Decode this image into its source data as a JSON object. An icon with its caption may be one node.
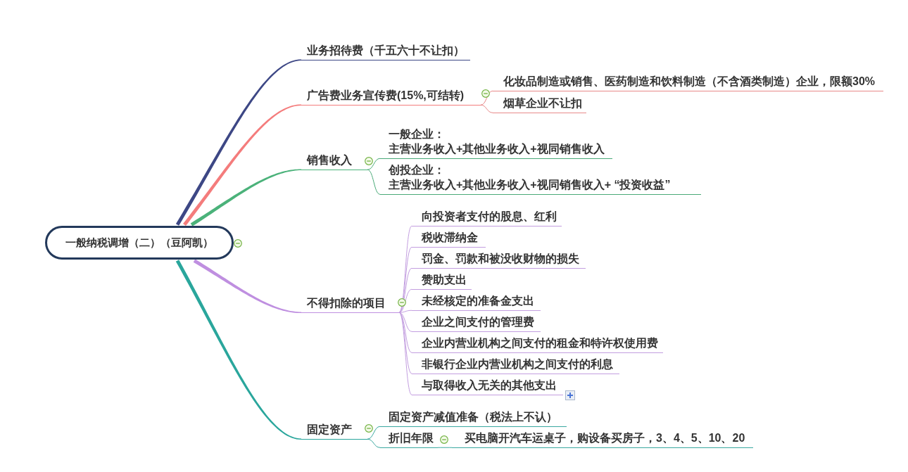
{
  "diagram": {
    "nodes": [
      {
        "text": [
          "一般纳税调增（二）（豆阿凯）"
        ]
      },
      {
        "text": [
          "业务招待费（千五六十不让扣）"
        ]
      },
      {
        "text": [
          "广告费业务宣传费(15%,可结转)"
        ]
      },
      {
        "text": [
          "化妆品制造或销售、医药制造和饮料制造（不含酒类制造）企业，限额30%"
        ]
      },
      {
        "text": [
          "烟草企业不让扣"
        ]
      },
      {
        "text": [
          "销售收入"
        ]
      },
      {
        "text": [
          "一般企业：",
          "主营业务收入+其他业务收入+视同销售收入"
        ]
      },
      {
        "text": [
          "创投企业：",
          "主营业务收入+其他业务收入+视同销售收入+ “投资收益”"
        ]
      },
      {
        "text": [
          "不得扣除的项目"
        ]
      },
      {
        "text": [
          "向投资者支付的股息、红利"
        ]
      },
      {
        "text": [
          "税收滞纳金"
        ]
      },
      {
        "text": [
          "罚金、罚款和被没收财物的损失"
        ]
      },
      {
        "text": [
          "赞助支出"
        ]
      },
      {
        "text": [
          "未经核定的准备金支出"
        ]
      },
      {
        "text": [
          "企业之间支付的管理费"
        ]
      },
      {
        "text": [
          "企业内营业机构之间支付的租金和特许权使用费"
        ]
      },
      {
        "text": [
          "非银行企业内营业机构之间支付的利息"
        ]
      },
      {
        "text": [
          "与取得收入无关的其他支出"
        ]
      },
      {
        "text": [
          "固定资产"
        ]
      },
      {
        "text": [
          "固定资产减值准备（税法上不认）"
        ]
      },
      {
        "text": [
          "折旧年限"
        ]
      },
      {
        "text": [
          "买电脑开汽车运桌子，购设备买房子，3、4、5、10、20"
        ]
      }
    ],
    "edges": [
      {
        "from": 0,
        "to": 1,
        "arrow": "none",
        "style": "thick",
        "color": "#3d4785"
      },
      {
        "from": 0,
        "to": 2,
        "arrow": "none",
        "style": "thick",
        "color": "#f47c7c"
      },
      {
        "from": 2,
        "to": 3,
        "arrow": "none",
        "color": "#e88a8a"
      },
      {
        "from": 2,
        "to": 4,
        "arrow": "none",
        "color": "#e88a8a"
      },
      {
        "from": 0,
        "to": 5,
        "arrow": "none",
        "style": "thick",
        "color": "#4bb27a"
      },
      {
        "from": 5,
        "to": 6,
        "arrow": "none",
        "color": "#4aaa78"
      },
      {
        "from": 5,
        "to": 7,
        "arrow": "none",
        "color": "#4aaa78"
      },
      {
        "from": 0,
        "to": 8,
        "arrow": "none",
        "style": "thick",
        "color": "#bf8fe0"
      },
      {
        "from": 8,
        "to": 9,
        "arrow": "none",
        "color": "#c39ee0"
      },
      {
        "from": 8,
        "to": 10,
        "arrow": "none",
        "color": "#c39ee0"
      },
      {
        "from": 8,
        "to": 11,
        "arrow": "none",
        "color": "#c39ee0"
      },
      {
        "from": 8,
        "to": 12,
        "arrow": "none",
        "color": "#c39ee0"
      },
      {
        "from": 8,
        "to": 13,
        "arrow": "none",
        "color": "#c39ee0"
      },
      {
        "from": 8,
        "to": 14,
        "arrow": "none",
        "color": "#c39ee0"
      },
      {
        "from": 8,
        "to": 15,
        "arrow": "none",
        "color": "#c39ee0"
      },
      {
        "from": 8,
        "to": 16,
        "arrow": "none",
        "color": "#c39ee0"
      },
      {
        "from": 8,
        "to": 17,
        "arrow": "none",
        "color": "#c39ee0"
      },
      {
        "from": 0,
        "to": 18,
        "arrow": "none",
        "style": "thick",
        "color": "#2aa69c"
      },
      {
        "from": 18,
        "to": 19,
        "arrow": "none",
        "color": "#3aa8a0"
      },
      {
        "from": 18,
        "to": 20,
        "arrow": "none",
        "color": "#3aa8a0"
      },
      {
        "from": 20,
        "to": 21,
        "arrow": "none",
        "color": "#3aa8a0"
      }
    ]
  }
}
